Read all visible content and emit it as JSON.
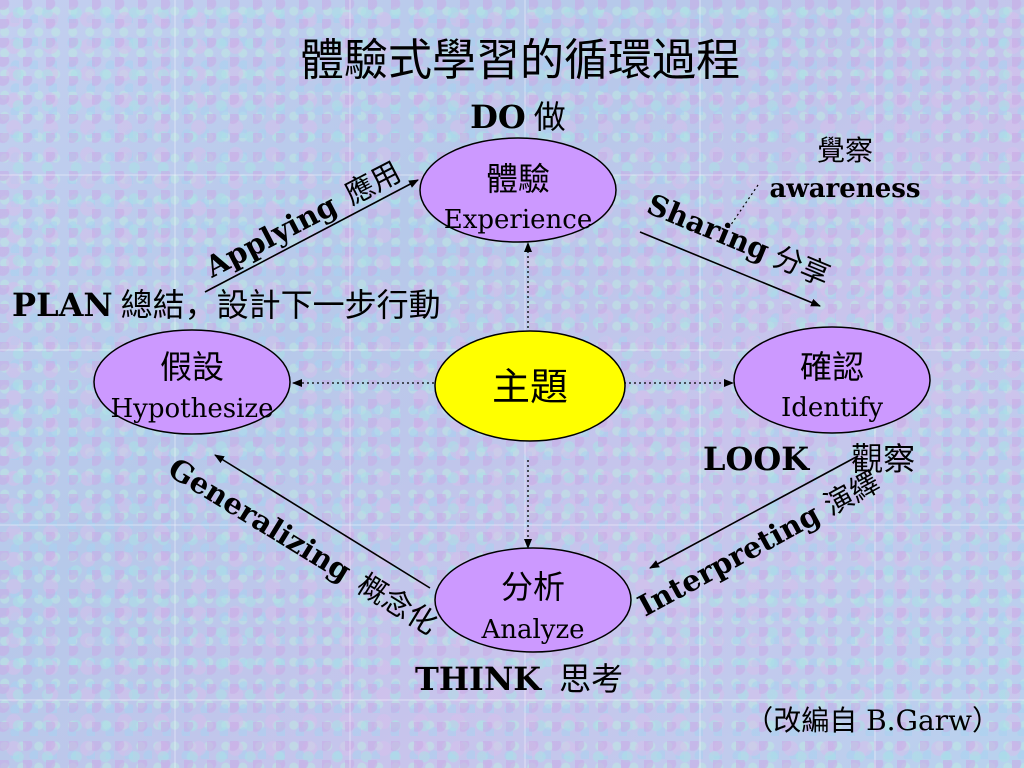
{
  "title": "體驗式學習的循環過程",
  "nodes": {
    "experience": {
      "zh": "體驗",
      "en": "Experience"
    },
    "identify": {
      "zh": "確認",
      "en": "Identify"
    },
    "analyze": {
      "zh": "分析",
      "en": "Analyze"
    },
    "hypothesize": {
      "zh": "假設",
      "en": "Hypothesize"
    },
    "center": {
      "zh": "主題"
    }
  },
  "labels": {
    "do_en": "DO",
    "do_zh": "做",
    "look_en": "LOOK",
    "look_zh": "觀察",
    "think_en": "THINK",
    "think_zh": "思考",
    "plan_en": "PLAN",
    "plan_zh": "總結，設計下一步行動",
    "awareness_zh": "覺察",
    "awareness_en": "awareness"
  },
  "edges": {
    "applying": {
      "en": "Applying",
      "zh": "應用"
    },
    "sharing": {
      "en": "Sharing",
      "zh": "分享"
    },
    "interpreting": {
      "en": "Interpreting",
      "zh": "演繹"
    },
    "generalizing": {
      "en": "Generalizing",
      "zh": "概念化"
    }
  },
  "source": "（改編自 B.Garw）",
  "colors": {
    "node_fill": "#cc99ff",
    "center_fill": "#ffff00",
    "line": "#000000"
  }
}
